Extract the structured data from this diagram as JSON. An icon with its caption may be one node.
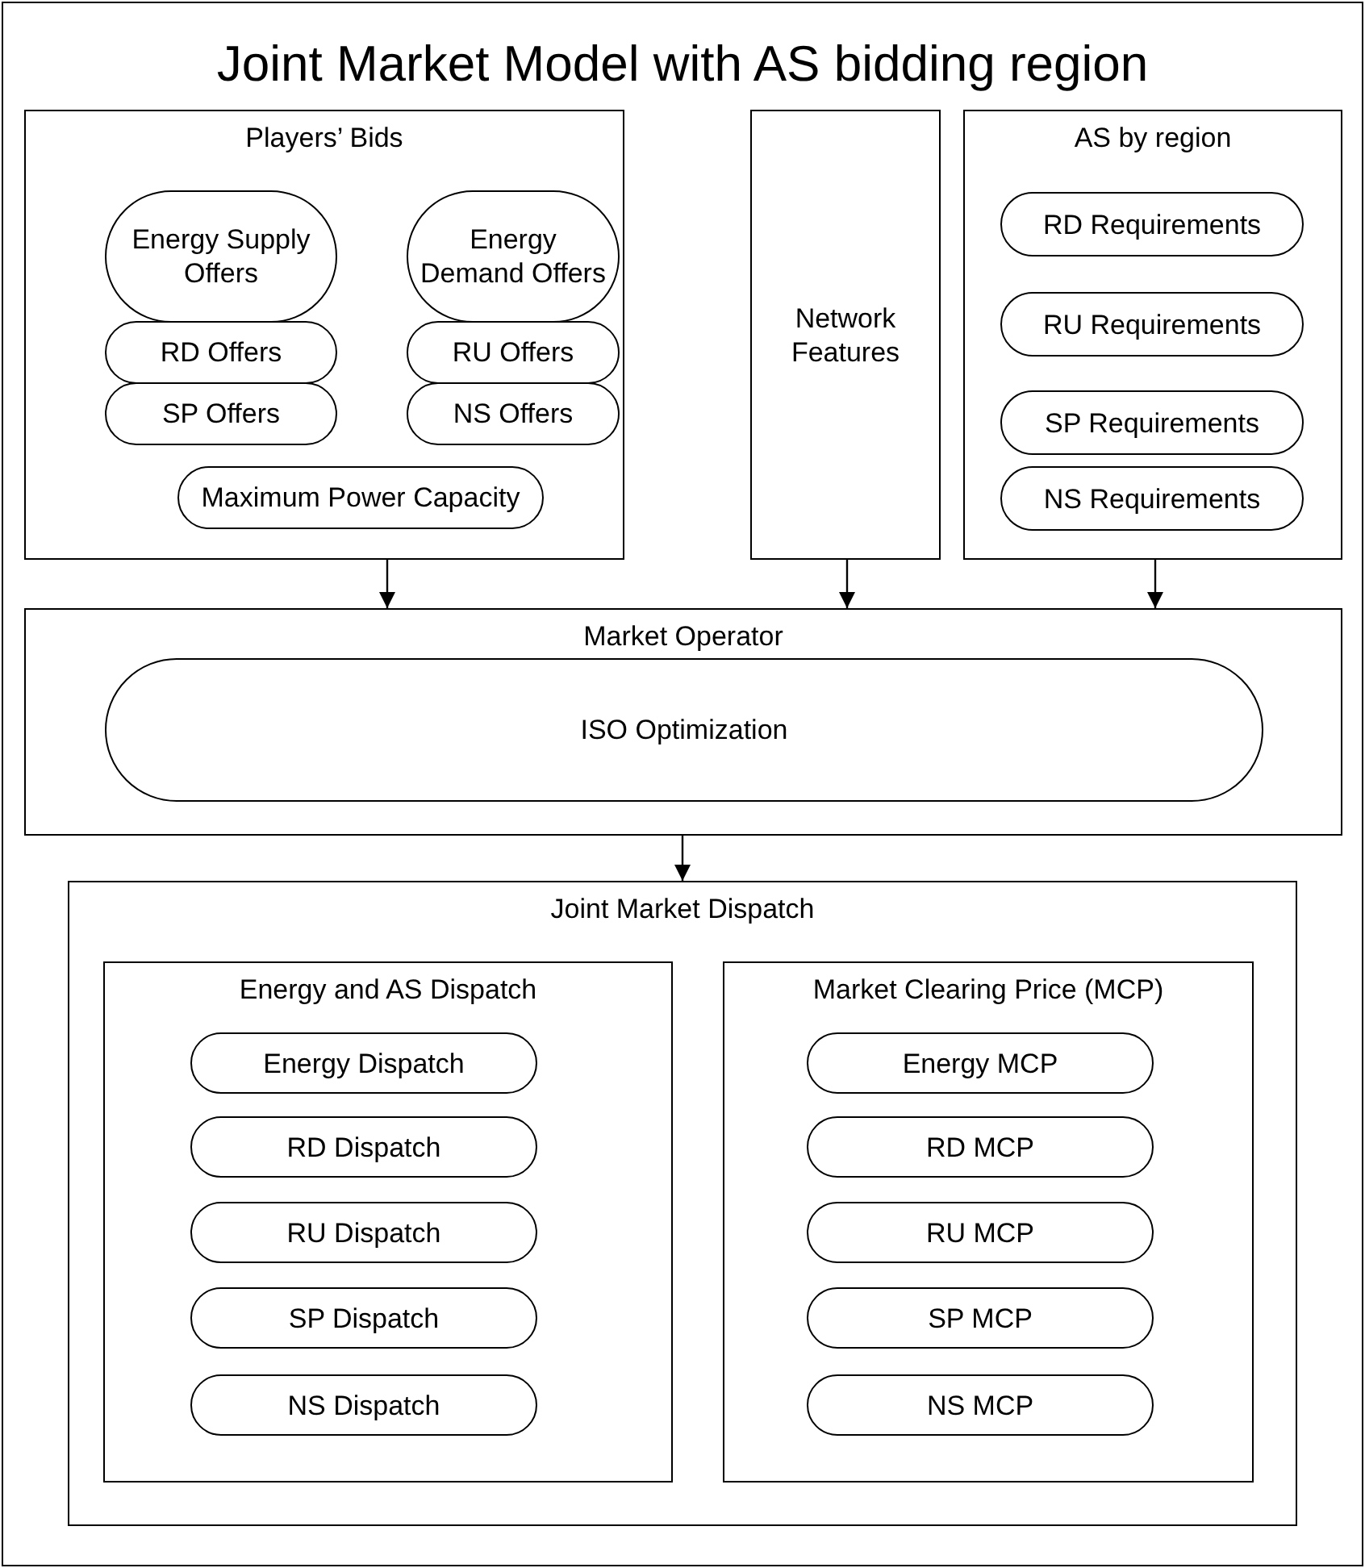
{
  "diagram": {
    "title": "Joint Market Model with AS bidding region",
    "nodes": [
      {
        "text": [
          "Players’ Bids"
        ]
      },
      {
        "text": [
          "Energy Supply Offers"
        ],
        "in": 0
      },
      {
        "text": [
          "Energy Demand Offers"
        ],
        "in": 0
      },
      {
        "text": [
          "RD Offers"
        ],
        "in": 0
      },
      {
        "text": [
          "RU Offers"
        ],
        "in": 0
      },
      {
        "text": [
          "SP Offers"
        ],
        "in": 0
      },
      {
        "text": [
          "NS Offers"
        ],
        "in": 0
      },
      {
        "text": [
          "Maximum Power Capacity"
        ],
        "in": 0
      },
      {
        "text": [
          "Network Features"
        ]
      },
      {
        "text": [
          "AS by region"
        ]
      },
      {
        "text": [
          "RD Requirements"
        ],
        "in": 9
      },
      {
        "text": [
          "RU Requirements"
        ],
        "in": 9
      },
      {
        "text": [
          "SP Requirements"
        ],
        "in": 9
      },
      {
        "text": [
          "NS Requirements"
        ],
        "in": 9
      },
      {
        "text": [
          "Market Operator"
        ]
      },
      {
        "text": [
          "ISO Optimization"
        ],
        "in": 14
      },
      {
        "text": [
          "Joint Market Dispatch"
        ]
      },
      {
        "text": [
          "Energy and AS Dispatch"
        ],
        "in": 16
      },
      {
        "text": [
          "Energy Dispatch"
        ],
        "in": 17
      },
      {
        "text": [
          "RD Dispatch"
        ],
        "in": 17
      },
      {
        "text": [
          "RU Dispatch"
        ],
        "in": 17
      },
      {
        "text": [
          "SP Dispatch"
        ],
        "in": 17
      },
      {
        "text": [
          "NS Dispatch"
        ],
        "in": 17
      },
      {
        "text": [
          "Market Clearing Price (MCP)"
        ],
        "in": 16
      },
      {
        "text": [
          "Energy MCP"
        ],
        "in": 23
      },
      {
        "text": [
          "RD MCP"
        ],
        "in": 23
      },
      {
        "text": [
          "RU MCP"
        ],
        "in": 23
      },
      {
        "text": [
          "SP MCP"
        ],
        "in": 23
      },
      {
        "text": [
          "NS MCP"
        ],
        "in": 23
      }
    ],
    "edges": [
      {
        "from": 0,
        "to": 14,
        "arrow": "to"
      },
      {
        "from": 8,
        "to": 14,
        "arrow": "to"
      },
      {
        "from": 9,
        "to": 14,
        "arrow": "to"
      },
      {
        "from": 14,
        "to": 16,
        "arrow": "to"
      }
    ]
  }
}
